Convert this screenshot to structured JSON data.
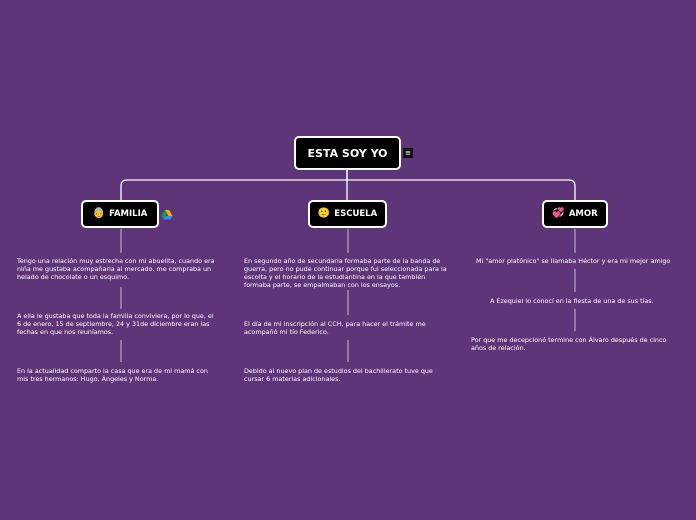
{
  "root": {
    "label": "ESTA SOY YO",
    "notes_icon": "notes-icon"
  },
  "branches": [
    {
      "label": "FAMILIA",
      "icon": "grandmother-emoji",
      "icon_glyph": "👵",
      "extra_icon": "google-drive-icon",
      "topics": [
        "Tengo una relación muy estrecha con mi abuelita, cuando era\nniña me gustaba acompañarla al mercado, me compraba un\nhelado de chocolate o un esquimo.",
        "A ella le gustaba que toda la familia conviviera, por lo que, el\n6 de enero, 15 de septiembre, 24 y 31de diciembre eran las\nfechas en que nos reuníamos.",
        "En la actualidad comparto la casa que era de mi mamá con\nmis tres hermanos: Hugo, Ángeles y Norma."
      ]
    },
    {
      "label": "ESCUELA",
      "icon": "smiley-emoji",
      "icon_glyph": "🙂",
      "topics": [
        "En segundo año de secundaria formaba parte de la banda de\nguerra, pero no pude continuar porque fui seleccionada para la\nescolta y el horario de la estudiantina en la que también\nformaba parte,  se empalmaban con los ensayos.",
        "El día de mi inscripción  al CCH, para hacer el trámite me\nacompañó mi tío Federico.",
        "Debido al  nuevo plan de estudios del bachillerato tuve que\ncursar 6 materias adicionales."
      ]
    },
    {
      "label": "AMOR",
      "icon": "heart-emoji",
      "icon_glyph": "💞",
      "topics": [
        "Mi \"amor platónico\" se llamaba Héctor y era mi mejor amigo",
        "A Ezequiel lo conocí en la fiesta de una de  sus tías.",
        "Por que me decepcionó termine con Álvaro después de cinco\naños de relación."
      ]
    }
  ],
  "colors": {
    "background": "#5e3578",
    "node_fill": "#000000",
    "node_border": "#ffffff",
    "connector": "#ffffff",
    "topic_text": "#ffffff"
  }
}
